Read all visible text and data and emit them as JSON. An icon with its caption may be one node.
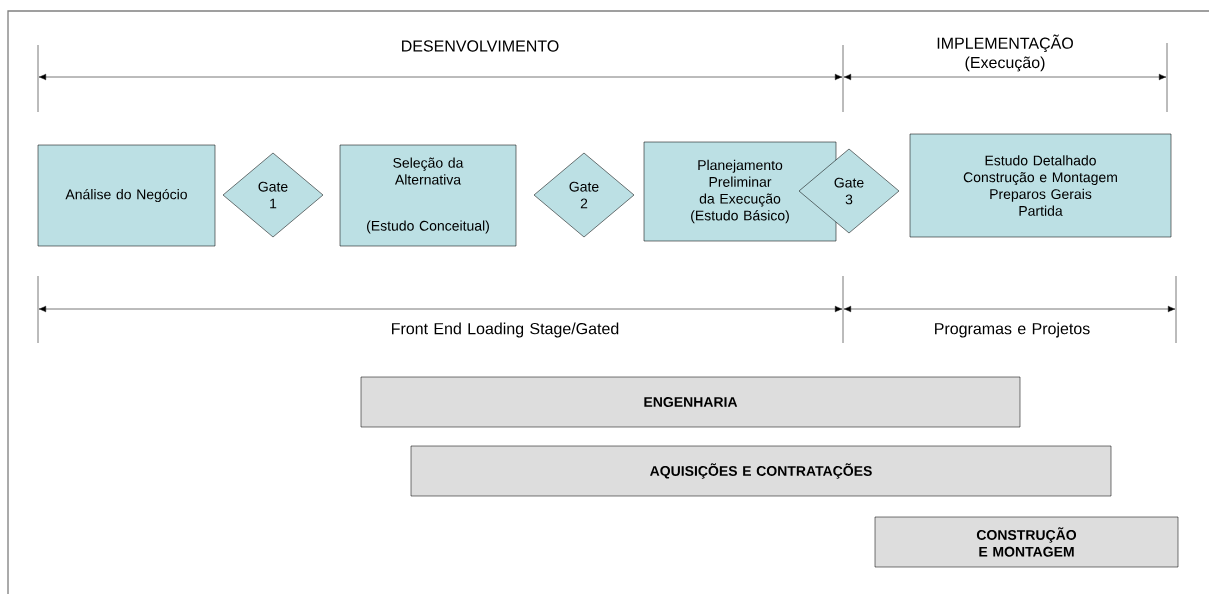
{
  "diagram": {
    "nodes": [
      {
        "text": [
          "Análise do Negócio"
        ]
      },
      {
        "text": [
          "Gate 1"
        ]
      },
      {
        "text": [
          "Seleção da Alternativa",
          "(Estudo Conceitual)"
        ]
      },
      {
        "text": [
          "Gate 2"
        ]
      },
      {
        "text": [
          "Planejamento Preliminar da Execução (Estudo Básico)"
        ]
      },
      {
        "text": [
          "Gate 3"
        ]
      },
      {
        "text": [
          "Estudo Detalhado",
          "Construção e Montagem",
          "Preparos Gerais",
          "Partida"
        ]
      },
      {
        "text": [
          "ENGENHARIA"
        ]
      },
      {
        "text": [
          "AQUISIÇÕES E CONTRATAÇÕES"
        ]
      },
      {
        "text": [
          "CONSTRUÇÃO E MONTAGEM"
        ]
      }
    ],
    "edges": [],
    "labels": [
      "DESENVOLVIMENTO",
      "IMPLEMENTAÇÃO (Execução)",
      "Front End Loading Stage/Gated",
      "Programas e Projetos"
    ]
  }
}
